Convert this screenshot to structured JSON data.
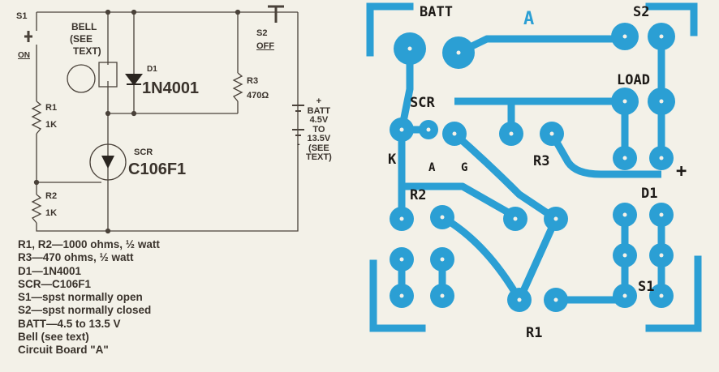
{
  "schematic": {
    "s1": "S1",
    "s1_state": "ON",
    "bell": [
      "BELL",
      "(SEE",
      "TEXT)"
    ],
    "d1": "D1",
    "d1_part": "1N4001",
    "r3": "R3",
    "r3_value": "470Ω",
    "s2": "S2",
    "s2_state": "OFF",
    "r1": "R1",
    "r1_value": "1K",
    "r2": "R2",
    "r2_value": "1K",
    "scr": "SCR",
    "scr_part": "C106F1",
    "batt": [
      "+ BATT",
      "4.5V",
      "TO",
      "13.5V",
      "(SEE",
      "TEXT)"
    ],
    "batt_minus": "-"
  },
  "parts_list": [
    "R1, R2—1000 ohms, ½ watt",
    "R3—470 ohms, ½ watt",
    "D1—1N4001",
    "SCR—C106F1",
    "S1—spst normally open",
    "S2—spst normally closed",
    "BATT—4.5 to 13.5 V",
    "Bell (see text)",
    "Circuit Board \"A\""
  ],
  "board": {
    "title": "A",
    "labels": {
      "batt": "BATT",
      "s2": "S2",
      "load": "LOAD",
      "scr": "SCR",
      "k": "K",
      "a": "A",
      "g": "G",
      "r3": "R3",
      "r2": "R2",
      "d1": "D1",
      "plus": "+",
      "s1": "S1",
      "r1": "R1"
    },
    "trace_color": "#2b9fd4"
  }
}
